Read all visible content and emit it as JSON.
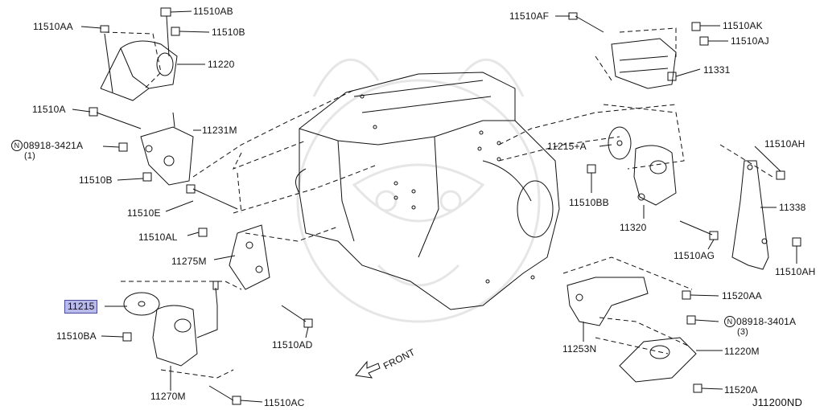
{
  "diagram": {
    "labels": [
      {
        "id": "11510AA",
        "text": "11510AA"
      },
      {
        "id": "11510AB",
        "text": "11510AB"
      },
      {
        "id": "11510B_top",
        "text": "11510B"
      },
      {
        "id": "11220",
        "text": "11220"
      },
      {
        "id": "11510A",
        "text": "11510A"
      },
      {
        "id": "11231M",
        "text": "11231M"
      },
      {
        "id": "n08918_3421A",
        "prefix": "N",
        "text": "08918-3421A",
        "sub": "(1)"
      },
      {
        "id": "11510B_mid",
        "text": "11510B"
      },
      {
        "id": "11510E",
        "text": "11510E"
      },
      {
        "id": "11510AL",
        "text": "11510AL"
      },
      {
        "id": "11275M",
        "text": "11275M"
      },
      {
        "id": "11215",
        "text": "11215",
        "highlighted": true
      },
      {
        "id": "11510BA",
        "text": "11510BA"
      },
      {
        "id": "11270M",
        "text": "11270M"
      },
      {
        "id": "11510AC",
        "text": "11510AC"
      },
      {
        "id": "11510AD",
        "text": "11510AD"
      },
      {
        "id": "11510AF",
        "text": "11510AF"
      },
      {
        "id": "11510AK",
        "text": "11510AK"
      },
      {
        "id": "11510AJ",
        "text": "11510AJ"
      },
      {
        "id": "11331",
        "text": "11331"
      },
      {
        "id": "11215A",
        "text": "11215+A"
      },
      {
        "id": "11510AH_top",
        "text": "11510AH"
      },
      {
        "id": "11510BB",
        "text": "11510BB"
      },
      {
        "id": "11338",
        "text": "11338"
      },
      {
        "id": "11320",
        "text": "11320"
      },
      {
        "id": "11510AG",
        "text": "11510AG"
      },
      {
        "id": "11510AH_bot",
        "text": "11510AH"
      },
      {
        "id": "11520AA",
        "text": "11520AA"
      },
      {
        "id": "n08918_3401A",
        "prefix": "N",
        "text": "08918-3401A",
        "sub": "(3)"
      },
      {
        "id": "11253N",
        "text": "11253N"
      },
      {
        "id": "11220M",
        "text": "11220M"
      },
      {
        "id": "11520A",
        "text": "11520A"
      }
    ],
    "front_label": "FRONT",
    "diagram_code": "J11200ND",
    "colors": {
      "line": "#111111",
      "highlight": "#b9b9ec",
      "watermark": "#e6e6e6"
    }
  }
}
